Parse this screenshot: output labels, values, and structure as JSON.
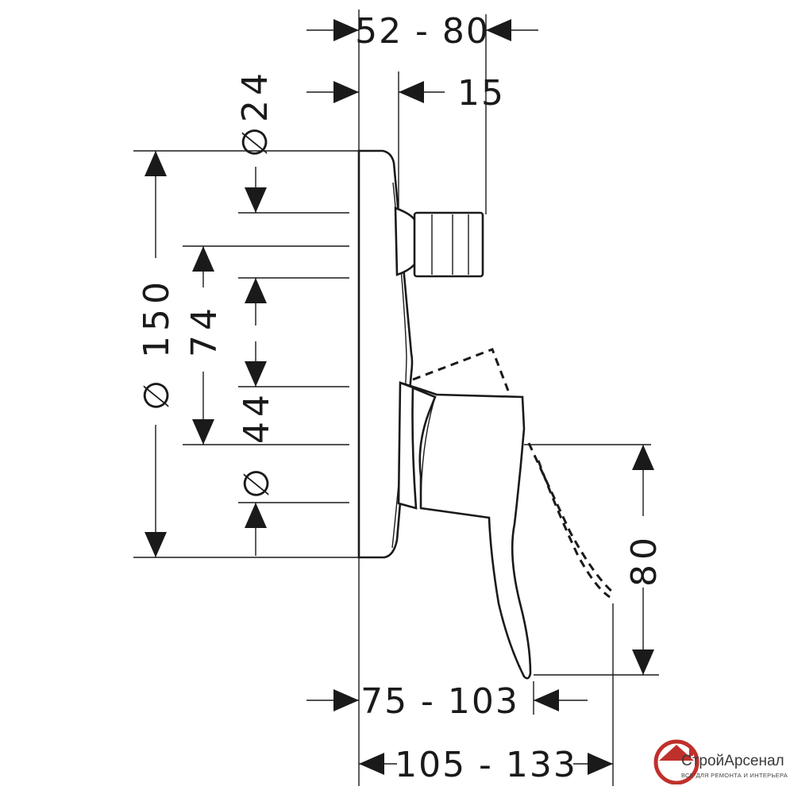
{
  "drawing": {
    "dimensions": {
      "top_depth": "52 - 80",
      "knob_offset": "15",
      "diameter_24": "24",
      "diameter_150": "150",
      "span_74": "74",
      "span_44": "44",
      "handle_drop": "80",
      "bottom_depth_1": "75 - 103",
      "bottom_depth_2": "105 - 133",
      "diameter_symbol": "∅"
    }
  },
  "logo": {
    "name": "СтройАрсенал",
    "tagline": "ВСЕ ДЛЯ РЕМОНТА И ИНТЕРЬЕРА",
    "color": "#c0302b"
  }
}
